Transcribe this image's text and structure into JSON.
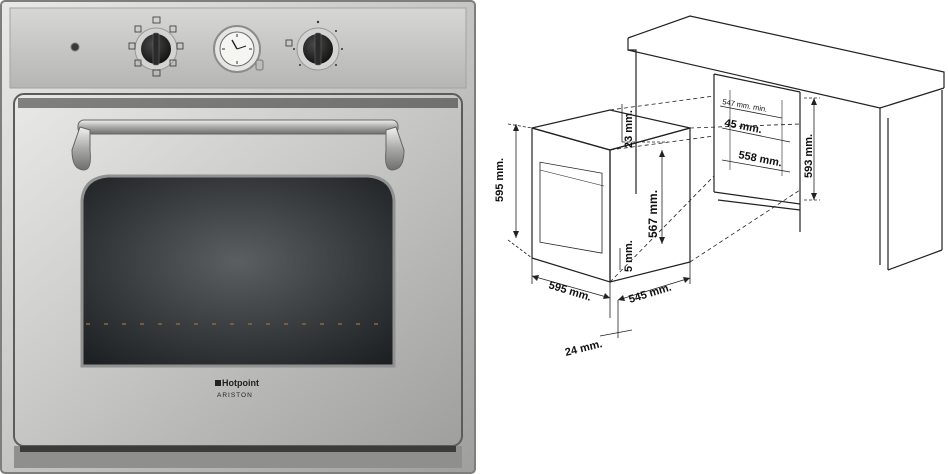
{
  "oven": {
    "brand_line1": "Hotpoint",
    "brand_line2": "ARISTON"
  },
  "dimensions": {
    "oven_height": "595 mm.",
    "oven_width": "595 mm.",
    "oven_depth": "545 mm.",
    "front_depth": "24 mm.",
    "top_gap": "23 mm.",
    "body_height": "567 mm.",
    "bottom_gap": "5 mm.",
    "niche_min_width": "547 mm. min.",
    "niche_top_gap": "45 mm.",
    "niche_depth": "558 mm.",
    "niche_height": "593 mm."
  }
}
